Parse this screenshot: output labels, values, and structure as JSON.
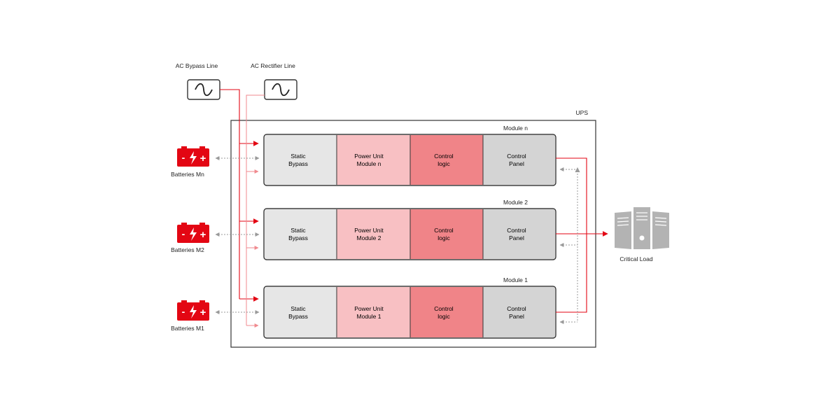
{
  "sources": {
    "bypass_label": "AC Bypass Line",
    "rectifier_label": "AC Rectifier Line",
    "source_icon": "sine-wave-icon"
  },
  "ups": {
    "label": "UPS"
  },
  "modules": [
    {
      "label": "Module n",
      "battery_label": "Batteries Mn",
      "cells": [
        {
          "line1": "Static",
          "line2": "Bypass"
        },
        {
          "line1": "Power Unit",
          "line2": "Module n"
        },
        {
          "line1": "Control",
          "line2": "logic"
        },
        {
          "line1": "Control",
          "line2": "Panel"
        }
      ]
    },
    {
      "label": "Module 2",
      "battery_label": "Batteries M2",
      "cells": [
        {
          "line1": "Static",
          "line2": "Bypass"
        },
        {
          "line1": "Power Unit",
          "line2": "Module 2"
        },
        {
          "line1": "Control",
          "line2": "logic"
        },
        {
          "line1": "Control",
          "line2": "Panel"
        }
      ]
    },
    {
      "label": "Module 1",
      "battery_label": "Batteries M1",
      "cells": [
        {
          "line1": "Static",
          "line2": "Bypass"
        },
        {
          "line1": "Power Unit",
          "line2": "Module 1"
        },
        {
          "line1": "Control",
          "line2": "logic"
        },
        {
          "line1": "Control",
          "line2": "Panel"
        }
      ]
    }
  ],
  "battery": {
    "icon": "battery-icon",
    "minus": "-",
    "plus": "+"
  },
  "load": {
    "label": "Critical Load",
    "icon": "server-icon"
  },
  "colors": {
    "accent_red": "#e30613",
    "light_red_line": "#f08a8f",
    "static_bypass": "#e6e6e6",
    "power_unit": "#f8c0c3",
    "control_logic": "#f08488",
    "control_panel": "#d4d4d4",
    "server_gray": "#b3b3b3",
    "dashed_gray": "#9a9a9a"
  }
}
